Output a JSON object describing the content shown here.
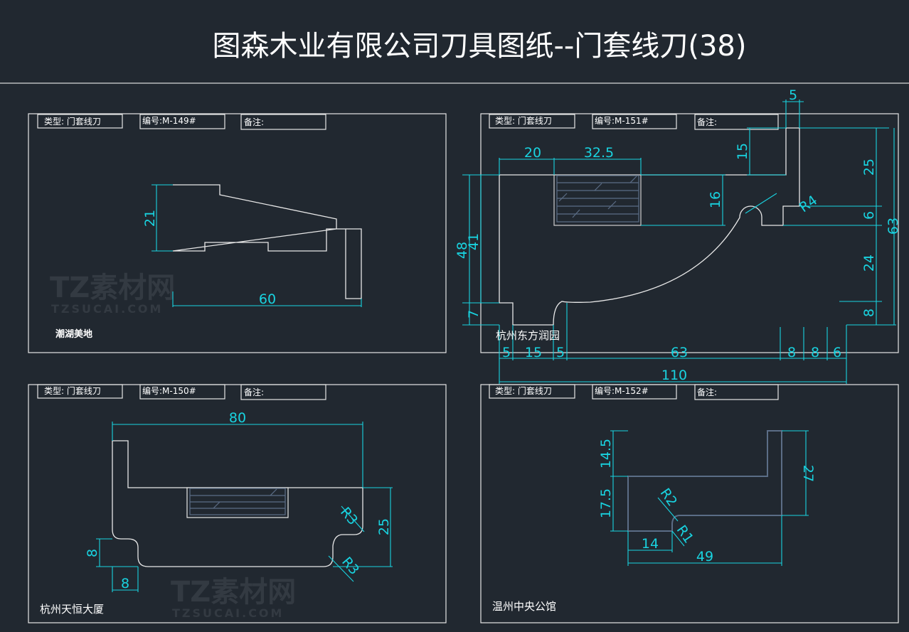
{
  "title": "图森木业有限公司刀具图纸--门套线刀(38)",
  "colors": {
    "background": "#212830",
    "dimension": "#19d3e0",
    "outline": "#e8e8e8",
    "hatch": "#5b6d86"
  },
  "watermark": {
    "logo": "TZ素材网",
    "url": "TZSUCAI.COM"
  },
  "drawings": [
    {
      "type": "类型: 门套线刀",
      "code": "编号:M-149#",
      "note": "备注:",
      "project": "潮湖美地",
      "dims": {
        "height": "21",
        "width": "60"
      }
    },
    {
      "type": "类型: 门套线刀",
      "code": "编号:M-151#",
      "note": "备注:",
      "project": "杭州东方润园",
      "dims": {
        "top_a": "20",
        "top_b": "32.5",
        "top_right": "5",
        "slot": "16",
        "step": "15",
        "radius": "R4",
        "r1": "25",
        "r2": "6",
        "r3": "24",
        "r4": "8",
        "total_h": "63",
        "left_a": "48",
        "left_b": "41",
        "left_c": "7",
        "b1": "5",
        "b2": "15",
        "b3": "5",
        "b4": "63",
        "b5": "8",
        "b6": "8",
        "b7": "6",
        "total_w": "110"
      }
    },
    {
      "type": "类型: 门套线刀",
      "code": "编号:M-150#",
      "note": "备注:",
      "project": "杭州天恒大厦",
      "dims": {
        "width": "80",
        "height": "25",
        "left_h": "8",
        "bottom_w": "8",
        "radius_a": "R3",
        "radius_b": "R3"
      }
    },
    {
      "type": "类型: 门套线刀",
      "code": "编号:M-152#",
      "note": "备注:",
      "project": "温州中央公馆",
      "dims": {
        "h_top": "14.5",
        "h_bottom": "17.5",
        "right_h": "27",
        "w_small": "14",
        "w_total": "49",
        "radius_a": "R2",
        "radius_b": "R1"
      }
    }
  ]
}
